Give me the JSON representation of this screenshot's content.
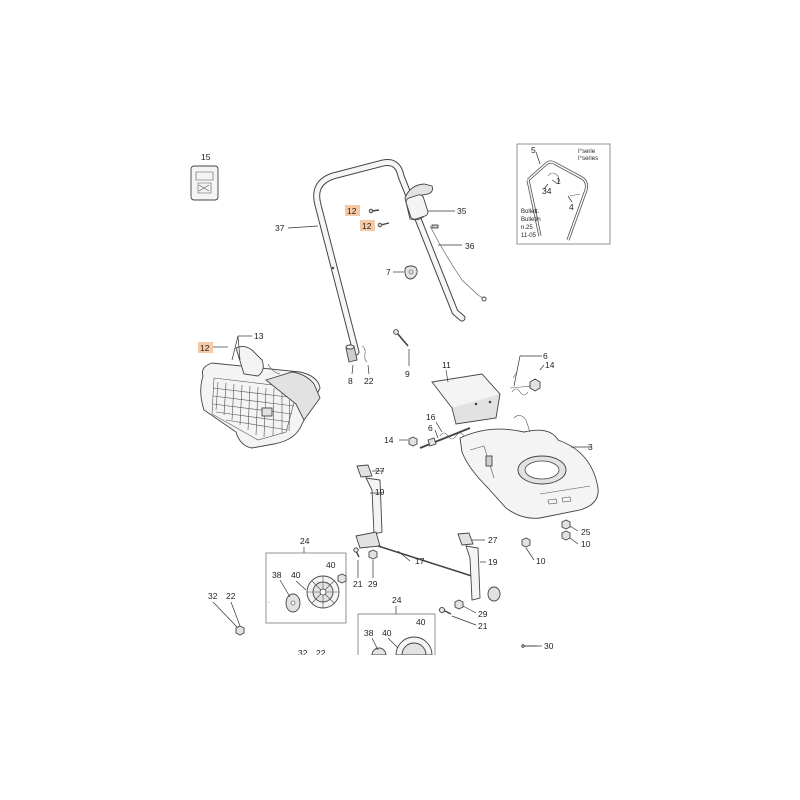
{
  "callouts": {
    "c15": "15",
    "c37": "37",
    "c12a": "12",
    "c12b": "12",
    "c35": "35",
    "c36": "36",
    "c7": "7",
    "c12c": "12",
    "c13": "13",
    "c8": "8",
    "c22": "22",
    "c9": "9",
    "c11": "11",
    "c6a": "6",
    "c14a": "14",
    "c16": "16",
    "c14b": "14",
    "c6b": "6",
    "c3": "3",
    "c27a": "27",
    "c19a": "19",
    "c24a": "24",
    "c17": "17",
    "c27b": "27",
    "c25": "25",
    "c10a": "10",
    "c10b": "10",
    "c38a": "38",
    "c40a": "40",
    "c40b": "40",
    "c21a": "21",
    "c29a": "29",
    "c19b": "19",
    "c32a": "32",
    "c22a": "22",
    "c24b": "24",
    "c29b": "29",
    "c21b": "21",
    "c38b": "38",
    "c40c": "40",
    "c40d": "40",
    "c30": "30",
    "c32b": "32",
    "c22b": "22"
  },
  "inset": {
    "num_5": "5",
    "serie_it": "I°serie",
    "serie_en": "I°series",
    "num_34": "34",
    "num_1": "1",
    "num_4": "4",
    "bulletin_1": "Bollett.",
    "bulletin_2": "Bulletin",
    "bulletin_3": "n.25",
    "bulletin_4": "11-05"
  },
  "highlight_color": "#f6c9a6"
}
